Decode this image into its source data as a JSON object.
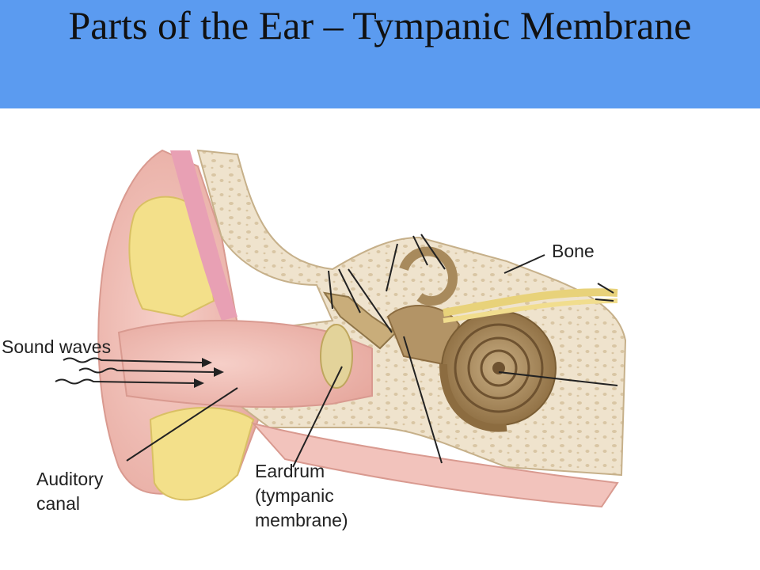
{
  "title": "Parts of the Ear – Tympanic Membrane",
  "labels": {
    "sound_waves": "Sound waves",
    "bone": "Bone",
    "auditory_canal_1": "Auditory",
    "auditory_canal_2": "canal",
    "eardrum_1": "Eardrum",
    "eardrum_2": "(tympanic",
    "eardrum_3": "membrane)"
  },
  "colors": {
    "title_bar": "#5b9bf0",
    "skin": "#f2c3bc",
    "bone": "#efe2cc",
    "fat": "#f3e08a",
    "cochlea": "#a88a5c"
  }
}
